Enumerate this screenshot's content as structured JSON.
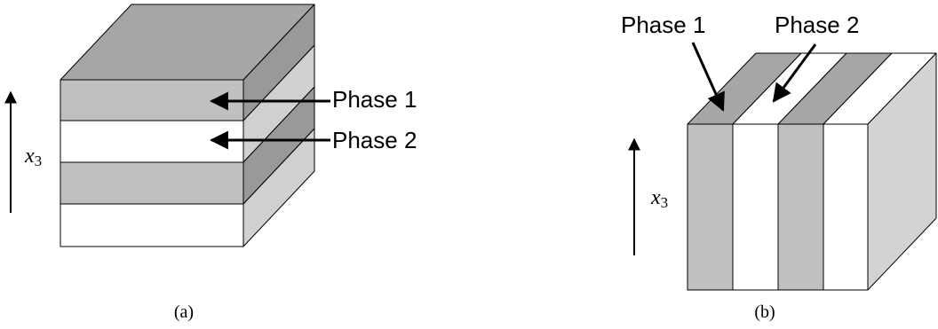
{
  "colors": {
    "phase1_front": "#c0c0c0",
    "phase1_top": "#a6a6a6",
    "phase1_side": "#999999",
    "phase2_front": "#ffffff",
    "phase2_side": "#d0d0d0",
    "right_side": "#d3d3d3",
    "stroke": "#000000"
  },
  "panel_a": {
    "caption": "(a)",
    "axis": {
      "var": "x",
      "sub": "3"
    },
    "labels": {
      "phase1": "Phase 1",
      "phase2": "Phase 2"
    }
  },
  "panel_b": {
    "caption": "(b)",
    "axis": {
      "var": "x",
      "sub": "3"
    },
    "labels": {
      "phase1": "Phase 1",
      "phase2": "Phase 2"
    }
  }
}
